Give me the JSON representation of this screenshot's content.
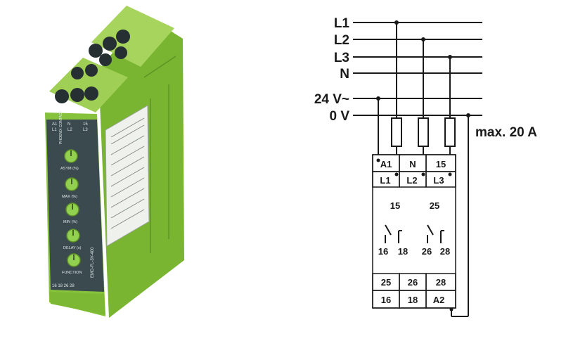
{
  "product": {
    "brand": "PHOENIX CONTACT",
    "model": "EMD-FL-3V-400",
    "top_terminals": [
      "A1",
      "N",
      "15"
    ],
    "top_terminals_lower": [
      "L1",
      "L2",
      "L3"
    ],
    "knobs": [
      {
        "label": "ASYM (%)"
      },
      {
        "label": "MAX (%)"
      },
      {
        "label": "MIN (%)"
      },
      {
        "label": "DELAY (s)"
      },
      {
        "label": "FUNCTION"
      }
    ],
    "bottom_terminals": "16 18 26 28",
    "colors": {
      "housing": "#8cc63e",
      "front_panel": "#3a4a4f",
      "knob": "#92d050"
    }
  },
  "schematic": {
    "bus_labels": [
      "L1",
      "L2",
      "L3",
      "N",
      "24 V~",
      "0 V"
    ],
    "max_current": "max. 20 A",
    "top_row": [
      "A1",
      "N",
      "15"
    ],
    "phase_row": [
      "L1",
      "L2",
      "L3"
    ],
    "contact_common": [
      "15",
      "25"
    ],
    "contact_nc_no": [
      "16",
      "18",
      "26",
      "28"
    ],
    "bottom_row_1": [
      "25",
      "26",
      "28"
    ],
    "bottom_row_2": [
      "16",
      "18",
      "A2"
    ],
    "colors": {
      "line": "#1a1a1a"
    }
  }
}
